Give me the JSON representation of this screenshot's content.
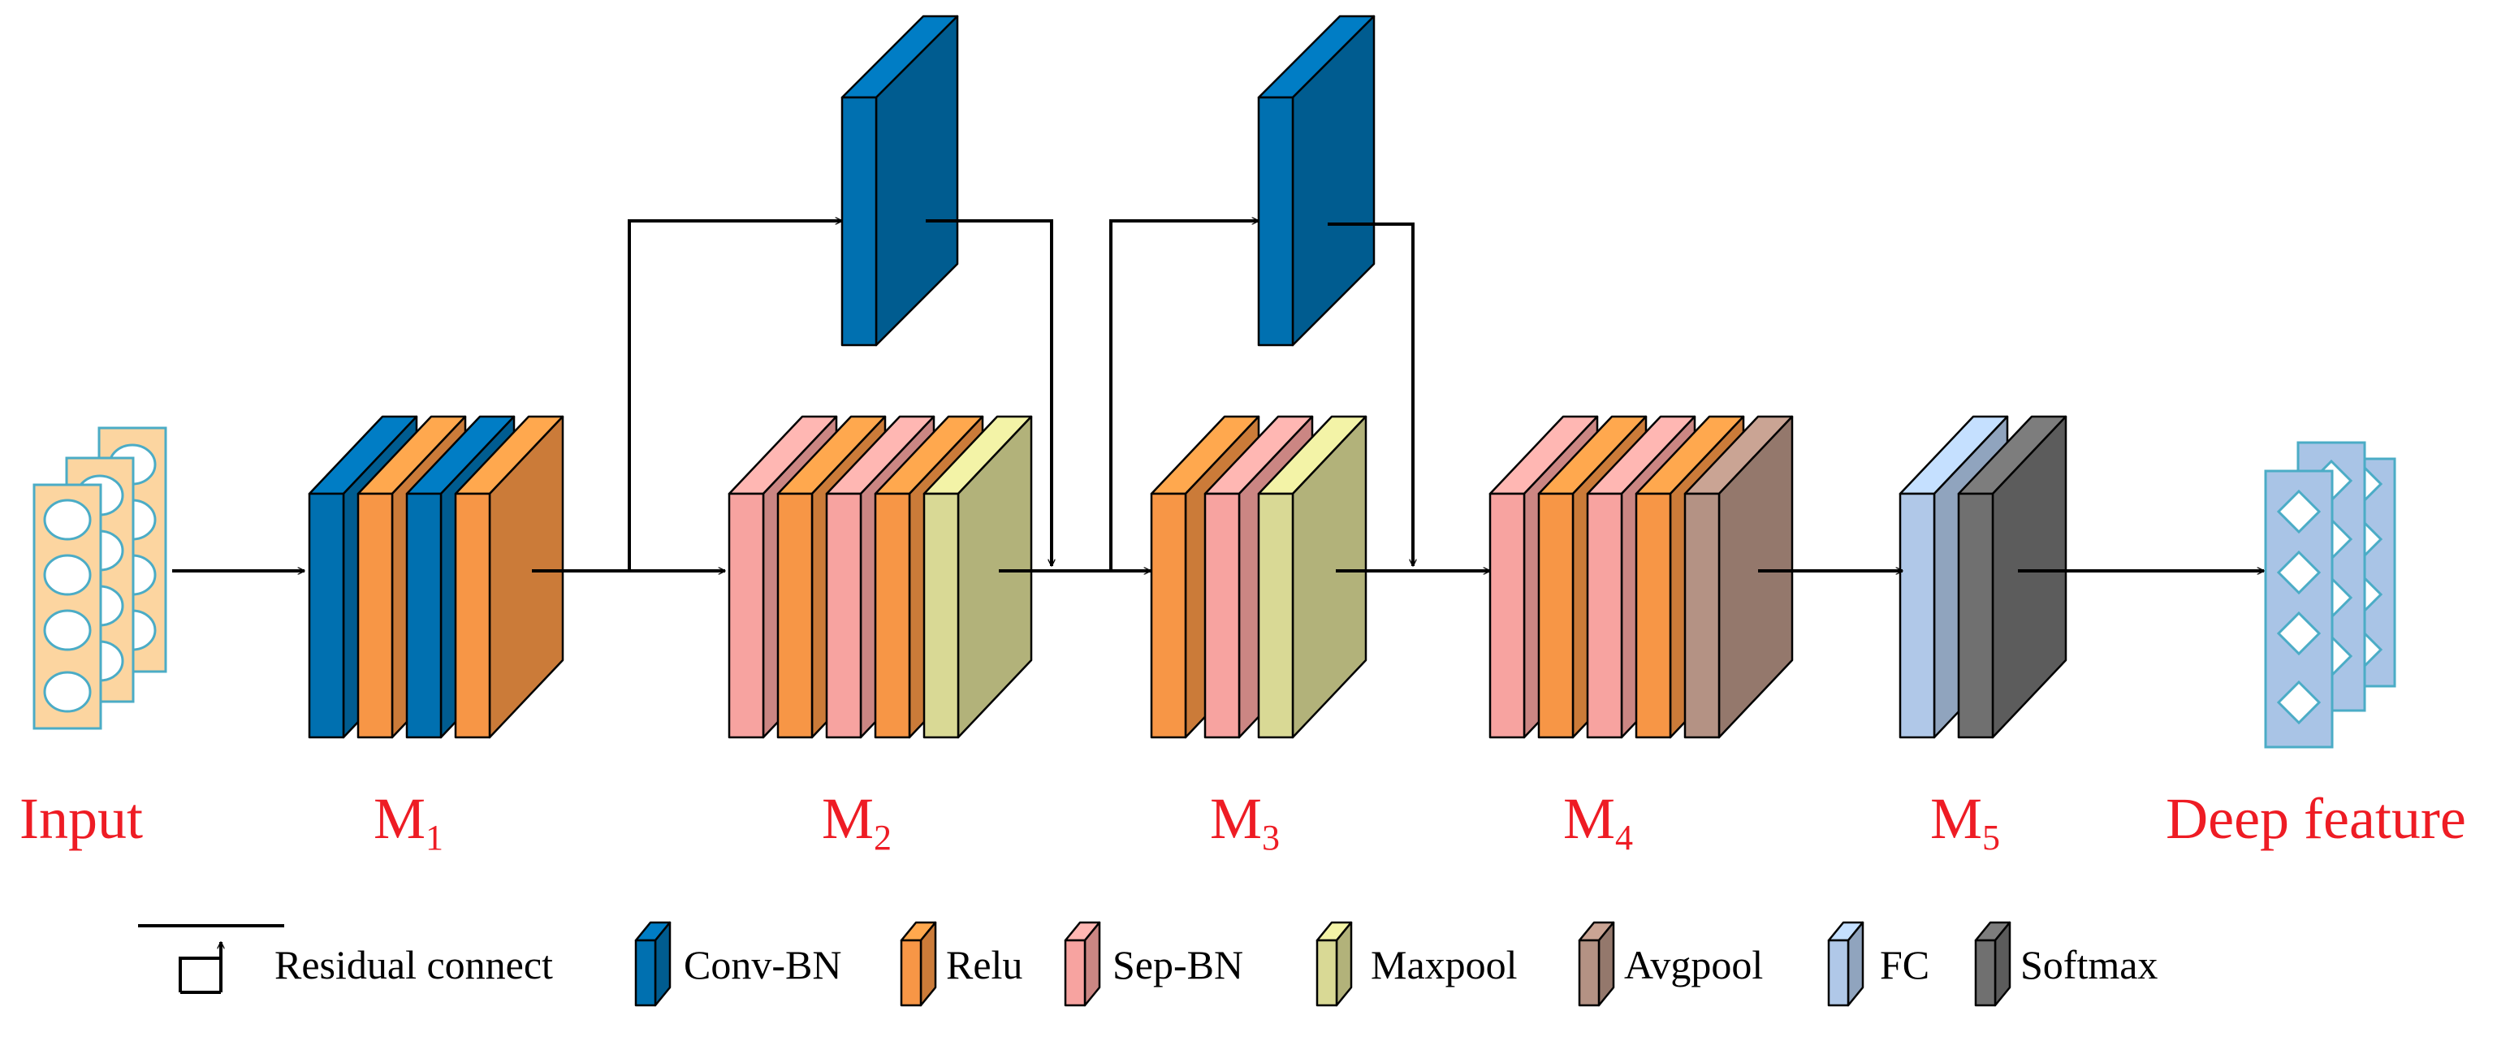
{
  "stages": [
    {
      "id": "input",
      "label": "Input",
      "sub": ""
    },
    {
      "id": "m1",
      "label": "M",
      "sub": "1"
    },
    {
      "id": "m2",
      "label": "M",
      "sub": "2"
    },
    {
      "id": "m3",
      "label": "M",
      "sub": "3"
    },
    {
      "id": "m4",
      "label": "M",
      "sub": "4"
    },
    {
      "id": "m5",
      "label": "M",
      "sub": "5"
    },
    {
      "id": "deep",
      "label": "Deep feature",
      "sub": ""
    }
  ],
  "legend": {
    "residual": "Residual connect",
    "items": [
      {
        "key": "conv",
        "label": "Conv-BN"
      },
      {
        "key": "relu",
        "label": "Relu"
      },
      {
        "key": "sep",
        "label": "Sep-BN"
      },
      {
        "key": "maxpool",
        "label": "Maxpool"
      },
      {
        "key": "avgpool",
        "label": "Avgpool"
      },
      {
        "key": "fc",
        "label": "FC"
      },
      {
        "key": "softmax",
        "label": "Softmax"
      }
    ]
  },
  "colors": {
    "conv": "#0070b0",
    "relu": "#f79646",
    "sep": "#f7a3a0",
    "maxpool": "#d9d995",
    "avgpool": "#b49284",
    "fc": "#b0c8e8",
    "softmax": "#707070",
    "input_fill": "#fcd5a0",
    "cyan_border": "#4bacc6",
    "feature_fill": "#a9c4e6",
    "label_red": "#ee1c24"
  }
}
